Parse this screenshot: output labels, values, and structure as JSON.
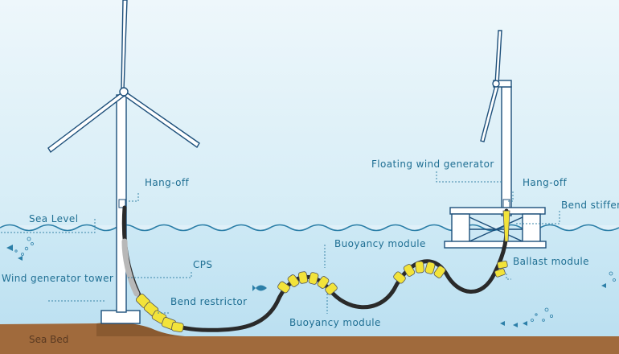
{
  "labels": {
    "sea_level": "Sea Level",
    "sea_bed": "Sea Bed",
    "wind_generator_tower": "Wind generator tower",
    "cps": "CPS",
    "bend_restrictor": "Bend restrictor",
    "hang_off_left": "Hang-off",
    "buoyancy_module_top": "Buoyancy module",
    "buoyancy_module_bottom": "Buoyancy module",
    "floating_wind_generator": "Floating wind generator",
    "hang_off_right": "Hang-off",
    "bend_stiffener": "Bend stiffener",
    "ballast_module": "Ballast module"
  },
  "colors": {
    "sky": "#dff0f8",
    "water": "#c5e6f3",
    "seabed": "#a06a3c",
    "structure": "#1d4f7a",
    "cable": "#2a2a2a",
    "module": "#f2e33a",
    "label": "#1f6f93"
  }
}
